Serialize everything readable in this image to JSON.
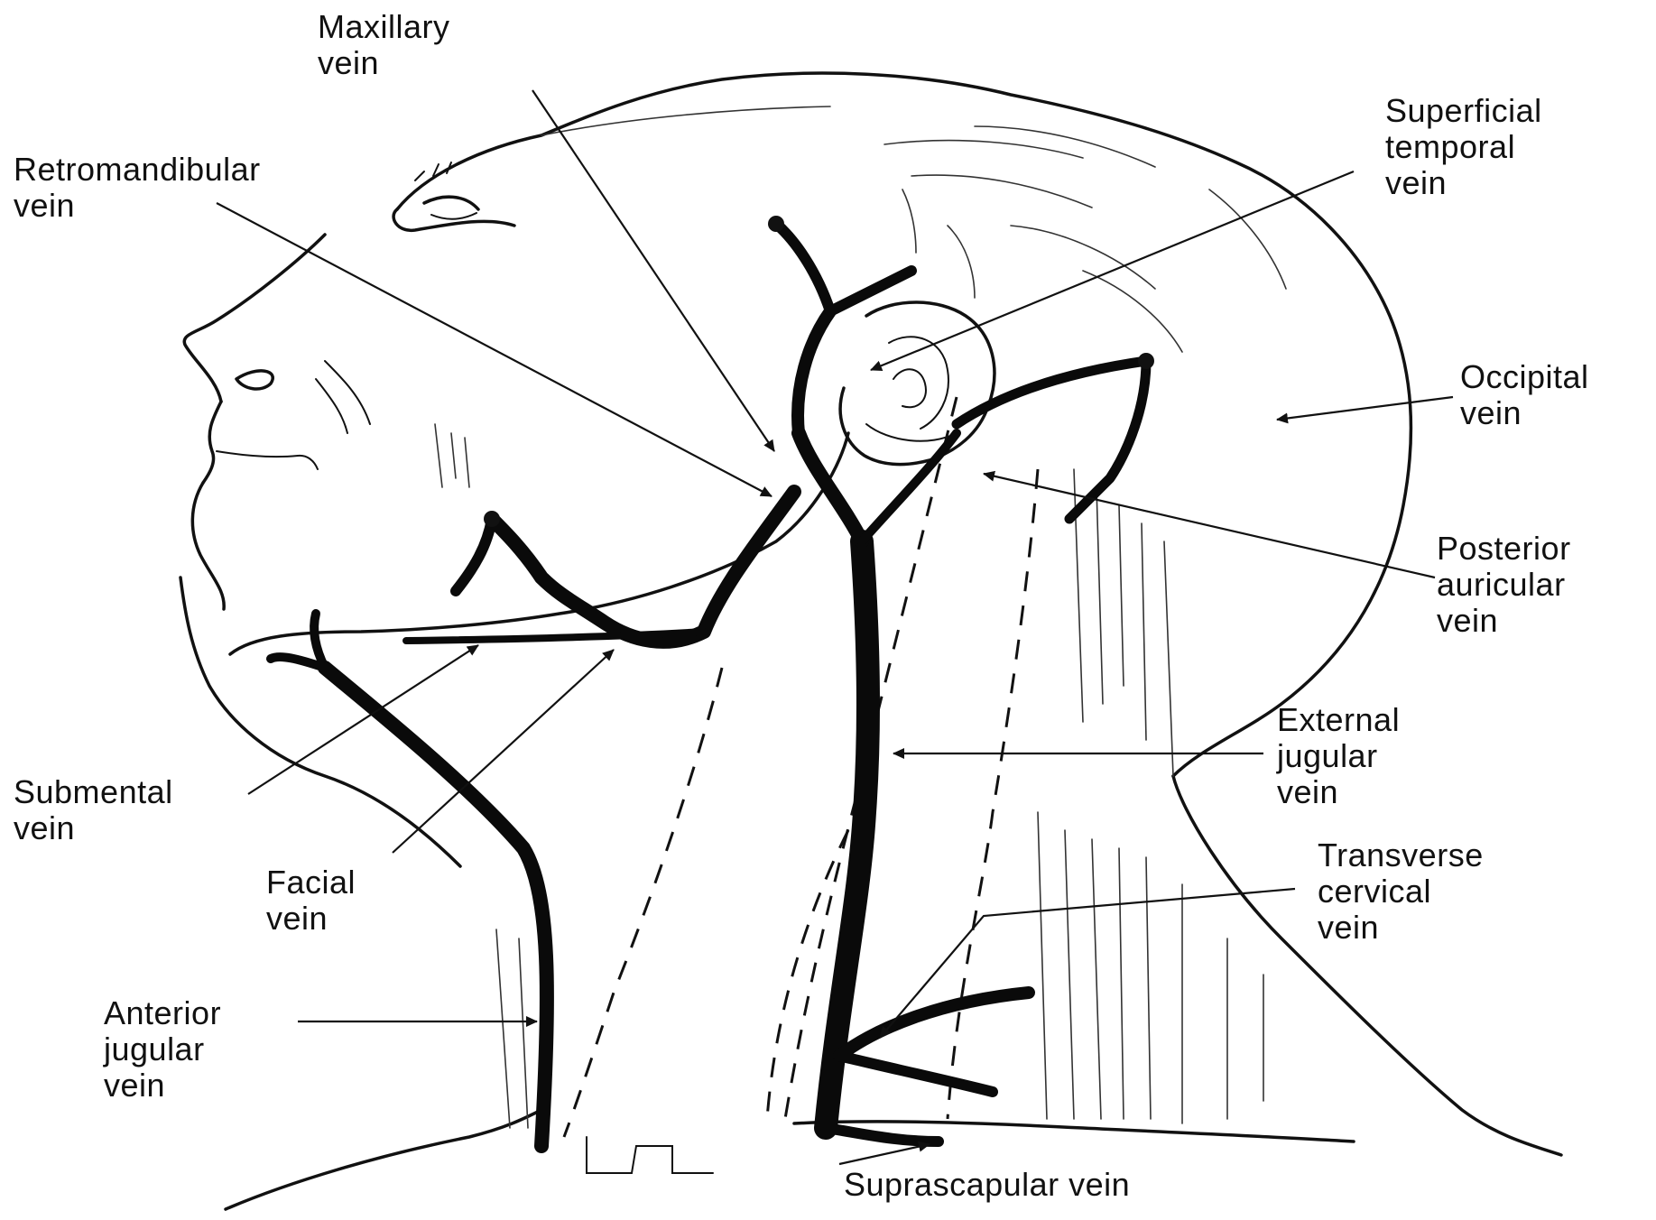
{
  "labels": {
    "maxillary": [
      "Maxillary",
      "vein"
    ],
    "retromandibular": [
      "Retromandibular",
      "vein"
    ],
    "superficial_temporal": [
      "Superficial",
      "temporal",
      "vein"
    ],
    "occipital": [
      "Occipital",
      "vein"
    ],
    "posterior_auricular": [
      "Posterior",
      "auricular",
      "vein"
    ],
    "external_jugular": [
      "External",
      "jugular",
      "vein"
    ],
    "submental": [
      "Submental",
      "vein"
    ],
    "facial": [
      "Facial",
      "vein"
    ],
    "transverse_cervical": [
      "Transverse",
      "cervical",
      "vein"
    ],
    "anterior_jugular": [
      "Anterior",
      "jugular",
      "vein"
    ],
    "suprascapular": [
      "Suprascapular vein"
    ]
  },
  "colors": {
    "ink": "#111111",
    "background": "#ffffff"
  }
}
